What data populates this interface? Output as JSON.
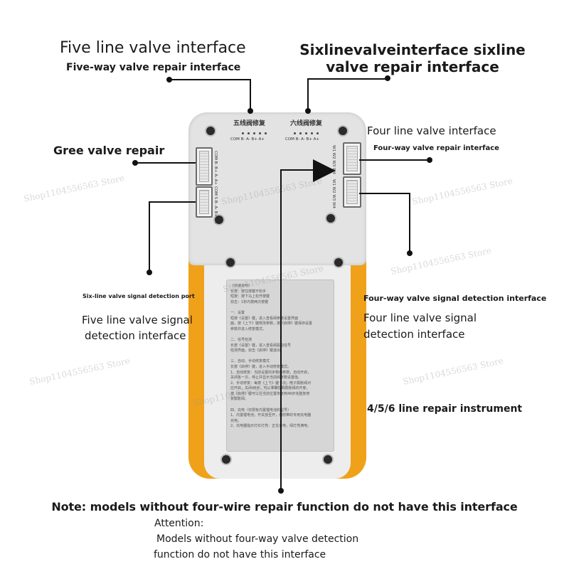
{
  "labels": {
    "five_line_valve_interface": "Five line valve interface",
    "five_way_valve_repair_interface": "Five-way valve repair interface",
    "six_line_title_1": "Sixlinevalveinterface sixline",
    "six_line_title_2": "valve repair interface",
    "four_line_valve_interface": "Four line valve interface",
    "four_way_valve_repair_interface": "Four-way valve repair interface",
    "gree_valve_repair": "Gree valve repair",
    "six_line_signal_port": "Six-line valve signal detection port",
    "five_line_signal_1": "Five line valve signal",
    "five_line_signal_2": "detection interface",
    "four_way_signal_interface": "Four-way valve signal detection interface",
    "four_line_signal_1": "Four line valve signal",
    "four_line_signal_2": "detection interface",
    "instrument_name": "4/5/6 line repair instrument",
    "note": "Note: models without four-wire repair function do not have this interface",
    "attention_1": "Attention:",
    "attention_2": "Models without four-way valve detection",
    "attention_3": "function do not have this interface"
  },
  "device": {
    "header_five": "五线阀修复",
    "header_six": "六线阀修复",
    "pins_five": "COM  B-  A-  B+  A+",
    "pins_six": "COM  B-  A-  B+  A+",
    "left_pins_top": "COM B- B+ A- A+",
    "left_pins_bottom": "COM S B- A- B+ A+",
    "right_pins_top": "W1 W2 W3 W4",
    "right_pins_bottom": "W1 W2 W3 W4",
    "panel_text": "《快速说明》\n长按：按住按键不松手\n短按：按下马上松开按键\n双击：1秒内按两次按键\n\n一、设置\n短按《设置》键，进入查看阀参数设置界面\n面，按《上下》键修改参数，按《启停》键保存设置\n参数并进入修复模式。\n\n二、信号检测\n长按《设置》键，进入查看阀驱动信号\n检测界面，双击《启停》键退出。\n\n三、自动、手动修复模式\n长按《启停》键，进入手动修复模式。\n1、自动修复：当前设置的步数阀参数，自动开启，\n关闭各一次，停止并显示当前阀参数设置值。\n2、手动修复：每按《上下》键一次，电子膨胀阀对\n应开启，关闭48步，可以准确控制膨胀阀的开度，\n按《启停》键可以在当前位置恢复到48步完整复修\n复膨胀阀。\n\n四、充电（仅限有内置锂电池的型号）\n1、内置锂电池，开关放至开，用附带的专用充电器\n充电。\n2、充电器指示灯红灯亮：正在充电，绿灯亮满电。",
    "watermark": "Shop1104556563 Store"
  }
}
